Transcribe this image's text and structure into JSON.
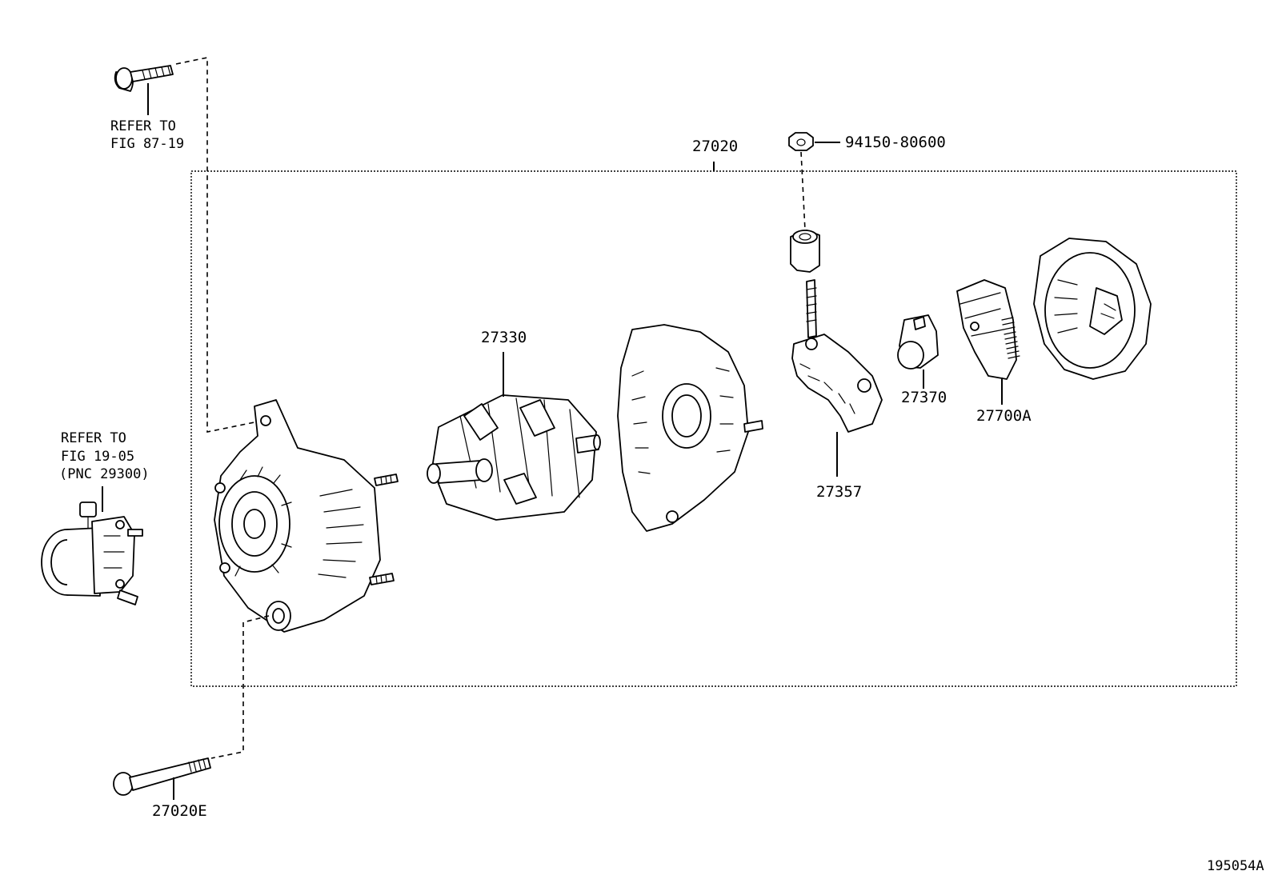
{
  "parts": {
    "assembly": "27020",
    "nut": "94150-80600",
    "rotor": "27330",
    "brush_holder": "27370",
    "regulator": "27700A",
    "rectifier": "27357",
    "bolt_lower": "27020E"
  },
  "references": {
    "upper_bolt": {
      "line1": "REFER TO",
      "line2": "FIG 87-19"
    },
    "vacuum_pump": {
      "line1": "REFER TO",
      "line2": "FIG 19-05",
      "line3": "(PNC 29300)"
    }
  },
  "figure_id": "195054A"
}
